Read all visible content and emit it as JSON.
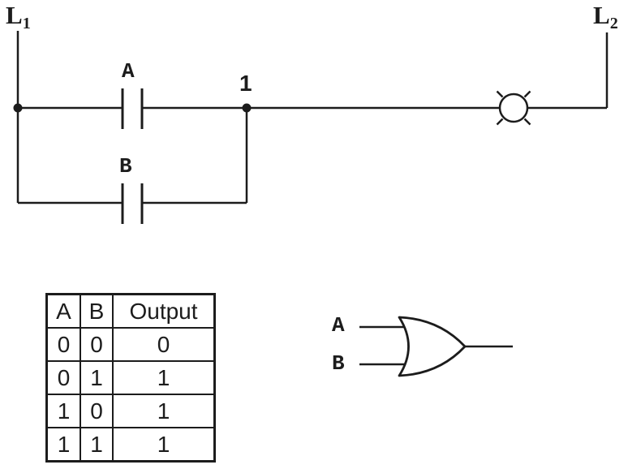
{
  "page": {
    "background": "#ffffff",
    "line_color": "#1c1c1c"
  },
  "ladder": {
    "rail_left_label": {
      "base": "L",
      "subscript": "1"
    },
    "rail_right_label": {
      "base": "L",
      "subscript": "2"
    },
    "contact_a_label": "A",
    "contact_b_label": "B",
    "node_number": "1"
  },
  "truth_table": {
    "headers": [
      "A",
      "B",
      "Output"
    ],
    "rows": [
      [
        "0",
        "0",
        "0"
      ],
      [
        "0",
        "1",
        "1"
      ],
      [
        "1",
        "0",
        "1"
      ],
      [
        "1",
        "1",
        "1"
      ]
    ]
  },
  "or_gate": {
    "input_a_label": "A",
    "input_b_label": "B"
  }
}
